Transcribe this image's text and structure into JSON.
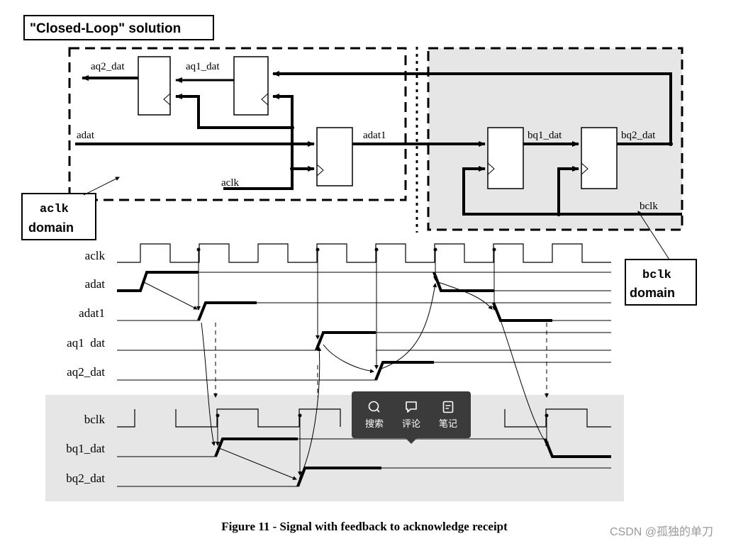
{
  "title": "\"Closed-Loop\" solution",
  "colors": {
    "bclk_domain_fill": "#e6e6e6",
    "popup_bg": "#3b3b3b",
    "watermark": "#9a9a9a"
  },
  "schematic": {
    "signals": {
      "aq2_dat": "aq2_dat",
      "aq1_dat": "aq1_dat",
      "adat": "adat",
      "adat1": "adat1",
      "aclk": "aclk",
      "bq1_dat": "bq1_dat",
      "bq2_dat": "bq2_dat",
      "bclk": "bclk"
    },
    "aclk_domain_label": {
      "line1": "aclk",
      "line2": "domain"
    },
    "bclk_domain_label": {
      "line1": "bclk",
      "line2": "domain"
    }
  },
  "waveforms": {
    "rows": [
      "aclk",
      "adat",
      "adat1",
      "aq1  dat",
      "aq2_dat",
      "bclk",
      "bq1_dat",
      "bq2_dat"
    ]
  },
  "popup": {
    "buttons": [
      {
        "label": "搜索",
        "icon": "search-icon"
      },
      {
        "label": "评论",
        "icon": "comment-icon"
      },
      {
        "label": "笔记",
        "icon": "note-icon"
      }
    ]
  },
  "caption": "Figure 11 - Signal with feedback to acknowledge receipt",
  "watermark": "CSDN @孤独的单刀"
}
